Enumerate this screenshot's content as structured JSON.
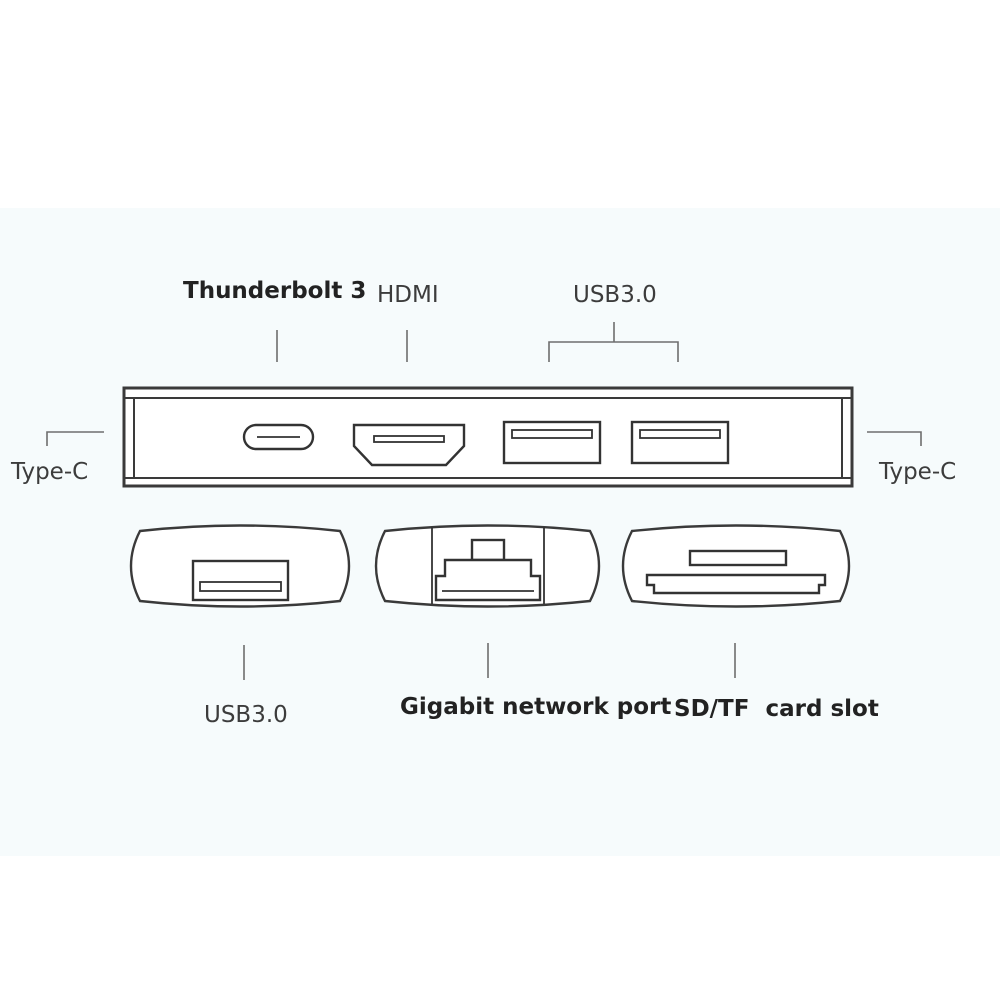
{
  "labels": {
    "thunderbolt": "Thunderbolt 3",
    "hdmi": "HDMI",
    "usb_top": "USB3.0",
    "typec_left": "Type-C",
    "typec_right": "Type-C",
    "usb_bottom": "USB3.0",
    "gigabit": "Gigabit network port",
    "sd_tf": "SD/TF  card slot"
  },
  "colors": {
    "background": "#ffffff",
    "panel": "#f6fbfc",
    "stroke": "#333333",
    "text": "#3c3c3c"
  }
}
